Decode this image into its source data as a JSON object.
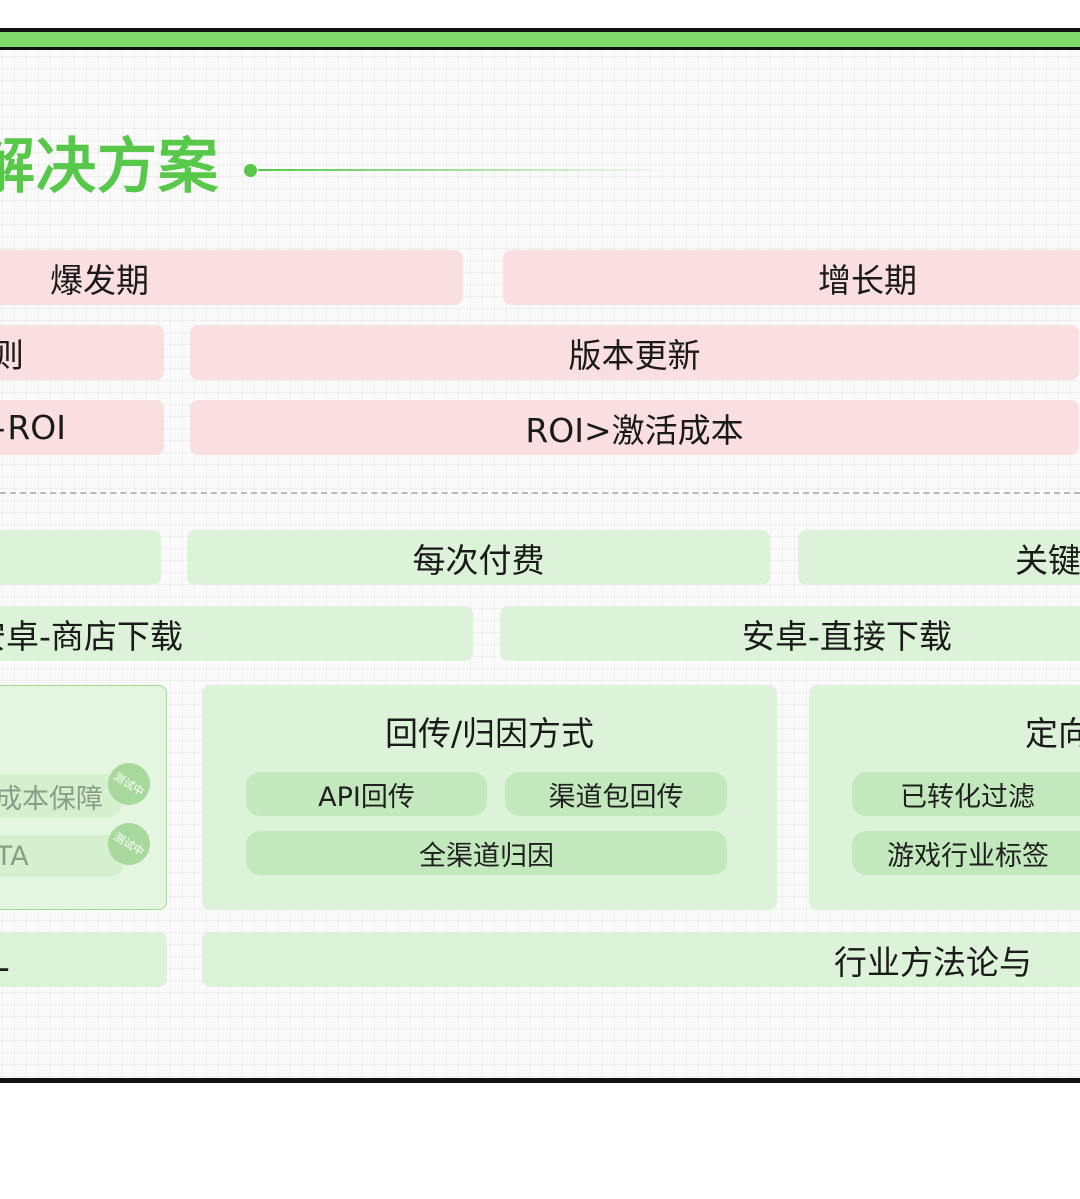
{
  "title": "解决方案",
  "stages": {
    "burst": "爆发期",
    "growth": "增长期"
  },
  "row2": {
    "left": "则",
    "right": "版本更新"
  },
  "row3": {
    "left": "ROI",
    "right": "ROI>激活成本"
  },
  "billing": {
    "middle": "每次付费",
    "right": "关键"
  },
  "download": {
    "left": "安卓-商店下载",
    "right": "安卓-直接下载"
  },
  "left_panel": {
    "chip1": "成本保障",
    "chip2": "RTA",
    "badge": "测试中"
  },
  "callback_panel": {
    "title": "回传/归因方式",
    "chips": [
      "API回传",
      "渠道包回传",
      "全渠道归因"
    ]
  },
  "targeting_panel": {
    "title": "定向",
    "chips": [
      "已转化过滤",
      "游戏行业标签"
    ]
  },
  "bottom": {
    "left": "L",
    "right": "行业方法论与"
  }
}
